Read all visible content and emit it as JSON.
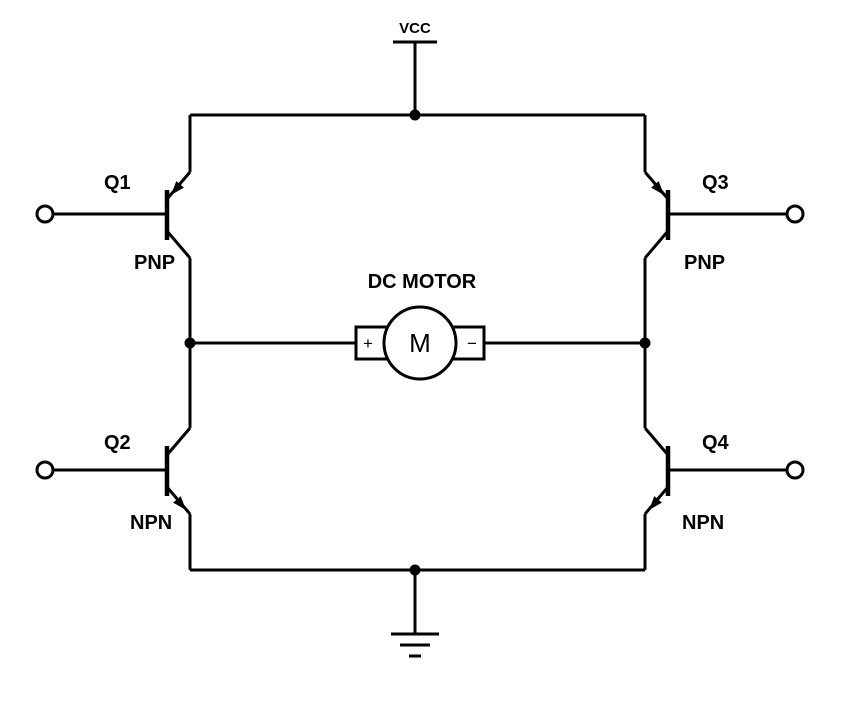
{
  "diagram": {
    "type": "circuit-schematic",
    "title": "DC MOTOR",
    "supply_label": "VCC",
    "motor": {
      "label": "DC MOTOR",
      "symbol": "M",
      "positive": "+",
      "negative": "−"
    },
    "transistors": [
      {
        "id": "Q1",
        "type": "PNP",
        "position": "top-left"
      },
      {
        "id": "Q2",
        "type": "NPN",
        "position": "bottom-left"
      },
      {
        "id": "Q3",
        "type": "PNP",
        "position": "top-right"
      },
      {
        "id": "Q4",
        "type": "NPN",
        "position": "bottom-right"
      }
    ],
    "colors": {
      "line": "#000000",
      "background": "#ffffff"
    }
  }
}
